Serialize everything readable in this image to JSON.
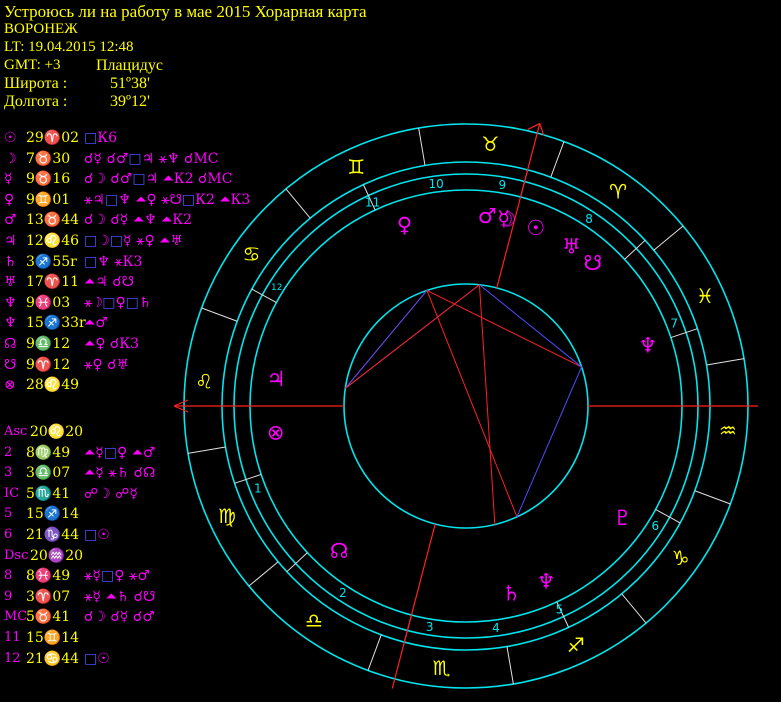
{
  "header": {
    "title": "Устроюсь ли на работу в мае 2015 Хорарная карта",
    "city": "ВОРОНЕЖ",
    "lt": "LT: 19.04.2015  12:48",
    "gmt": "GMT: +3",
    "system": "Плацидус",
    "lat_label": "Широта :",
    "lat_value": "51º38'",
    "lon_label": "Долгота :",
    "lon_value": "39º12'"
  },
  "planets": [
    {
      "sym": "☉",
      "sym_color": "#ff00ff",
      "deg": "29♈02",
      "aspects": [
        {
          "t": "□",
          "c": "#4d4dff"
        },
        {
          "t": "К6",
          "c": "#ff00ff"
        }
      ]
    },
    {
      "sym": "☽",
      "sym_color": "#ff00ff",
      "deg": "7♉30",
      "aspects": [
        {
          "t": "☌☿ ☌♂ ",
          "c": "#ff00ff"
        },
        {
          "t": "□",
          "c": "#4d4dff"
        },
        {
          "t": "♃ ⚹♆ ☌MC",
          "c": "#ff00ff"
        }
      ]
    },
    {
      "sym": "☿",
      "sym_color": "#ff00ff",
      "deg": "9♉16",
      "aspects": [
        {
          "t": "☌☽ ☌♂ ",
          "c": "#ff00ff"
        },
        {
          "t": "□",
          "c": "#4d4dff"
        },
        {
          "t": "♃ ⏶К2 ☌MC",
          "c": "#ff00ff"
        }
      ]
    },
    {
      "sym": "♀",
      "sym_color": "#ff00ff",
      "deg": "9♊01",
      "aspects": [
        {
          "t": "⚹♃ ",
          "c": "#ff00ff"
        },
        {
          "t": "□",
          "c": "#4d4dff"
        },
        {
          "t": "♆ ⏶♀ ⚹☋ ",
          "c": "#ff00ff"
        },
        {
          "t": "□",
          "c": "#4d4dff"
        },
        {
          "t": "К2 ⏶К3",
          "c": "#ff00ff"
        }
      ]
    },
    {
      "sym": "♂",
      "sym_color": "#ff00ff",
      "deg": "13♉44",
      "aspects": [
        {
          "t": "☌☽ ☌☿ ⏶♆ ⏶К2",
          "c": "#ff00ff"
        }
      ]
    },
    {
      "sym": "♃",
      "sym_color": "#ff00ff",
      "deg": "12♌46",
      "aspects": [
        {
          "t": "□",
          "c": "#4d4dff"
        },
        {
          "t": "☽ ",
          "c": "#ff00ff"
        },
        {
          "t": "□",
          "c": "#4d4dff"
        },
        {
          "t": "☿ ⚹♀ ⏶♅",
          "c": "#ff00ff"
        }
      ]
    },
    {
      "sym": "♄",
      "sym_color": "#ff00ff",
      "deg": "3♐55r",
      "aspects": [
        {
          "t": "□",
          "c": "#4d4dff"
        },
        {
          "t": "♆ ⚹К3",
          "c": "#ff00ff"
        }
      ]
    },
    {
      "sym": "♅",
      "sym_color": "#ff00ff",
      "deg": "17♈11",
      "aspects": [
        {
          "t": "⏶♃ ☌☋",
          "c": "#ff00ff"
        }
      ]
    },
    {
      "sym": "♆",
      "sym_color": "#ff00ff",
      "deg": "9♓03",
      "aspects": [
        {
          "t": "⚹☽ ",
          "c": "#ff00ff"
        },
        {
          "t": "□",
          "c": "#4d4dff"
        },
        {
          "t": "♀ ",
          "c": "#ff00ff"
        },
        {
          "t": "□",
          "c": "#4d4dff"
        },
        {
          "t": "♄",
          "c": "#ff00ff"
        }
      ]
    },
    {
      "sym": "♆",
      "sym_color": "#ff00ff",
      "deg": "15♐33r",
      "aspects": [
        {
          "t": "⏶♂",
          "c": "#ff00ff"
        }
      ]
    },
    {
      "sym": "☊",
      "sym_color": "#ff00ff",
      "deg": "9♎12",
      "aspects": [
        {
          "t": "⏶♀ ☌К3",
          "c": "#ff00ff"
        }
      ]
    },
    {
      "sym": "☋",
      "sym_color": "#ff00ff",
      "deg": "9♈12",
      "aspects": [
        {
          "t": "⚹♀ ☌♅",
          "c": "#ff00ff"
        }
      ]
    },
    {
      "sym": "⊗",
      "sym_color": "#ff00ff",
      "deg": "28♌49",
      "aspects": []
    }
  ],
  "houses": [
    {
      "sym": "Asc",
      "deg": "20♌20",
      "aspects": []
    },
    {
      "sym": "2",
      "deg": "8♍49",
      "aspects": [
        {
          "t": "⏶☿ ",
          "c": "#ff00ff"
        },
        {
          "t": "□",
          "c": "#4d4dff"
        },
        {
          "t": "♀ ⏶♂",
          "c": "#ff00ff"
        }
      ]
    },
    {
      "sym": "3",
      "deg": "3♎07",
      "aspects": [
        {
          "t": "⏶☿ ⚹♄ ☌☊",
          "c": "#ff00ff"
        }
      ]
    },
    {
      "sym": "IC",
      "deg": "5♏41",
      "aspects": [
        {
          "t": "☍☽ ☍☿",
          "c": "#ff00ff"
        }
      ]
    },
    {
      "sym": "5",
      "deg": "15♐14",
      "aspects": []
    },
    {
      "sym": "6",
      "deg": "21♑44",
      "aspects": [
        {
          "t": "□",
          "c": "#4d4dff"
        },
        {
          "t": "☉",
          "c": "#ff00ff"
        }
      ]
    },
    {
      "sym": "Dsc",
      "deg": "20♒20",
      "aspects": []
    },
    {
      "sym": "8",
      "deg": "8♓49",
      "aspects": [
        {
          "t": "⚹☿ ",
          "c": "#ff00ff"
        },
        {
          "t": "□",
          "c": "#4d4dff"
        },
        {
          "t": "♀ ⚹♂",
          "c": "#ff00ff"
        }
      ]
    },
    {
      "sym": "9",
      "deg": "3♈07",
      "aspects": [
        {
          "t": "⚹☿ ⏶♄ ☌☋",
          "c": "#ff00ff"
        }
      ]
    },
    {
      "sym": "MC",
      "deg": "5♉41",
      "aspects": [
        {
          "t": "☌☽ ☌☿ ☌♂",
          "c": "#ff00ff"
        }
      ]
    },
    {
      "sym": "11",
      "deg": "15♊14",
      "aspects": []
    },
    {
      "sym": "12",
      "deg": "21♋44",
      "aspects": [
        {
          "t": "□",
          "c": "#4d4dff"
        },
        {
          "t": "☉",
          "c": "#ff00ff"
        }
      ]
    }
  ],
  "wheel": {
    "colors": {
      "ring": "#00e5ee",
      "sign": "#ffff00",
      "planet": "#ff00ff",
      "axis": "#ff2020",
      "red_aspect": "#ff2020",
      "blue_aspect": "#4d4dff"
    },
    "signs": [
      {
        "glyph": "♈",
        "lon": 15
      },
      {
        "glyph": "♉",
        "lon": 45
      },
      {
        "glyph": "♊",
        "lon": 75
      },
      {
        "glyph": "♋",
        "lon": 105
      },
      {
        "glyph": "♌",
        "lon": 135
      },
      {
        "glyph": "♍",
        "lon": 165
      },
      {
        "glyph": "♎",
        "lon": 195
      },
      {
        "glyph": "♏",
        "lon": 225
      },
      {
        "glyph": "♐",
        "lon": 255
      },
      {
        "glyph": "♑",
        "lon": 285
      },
      {
        "glyph": "♒",
        "lon": 315
      },
      {
        "glyph": "♓",
        "lon": 345
      }
    ],
    "house_numbers": [
      {
        "n": "1",
        "lon": 162
      },
      {
        "n": "2",
        "lon": 197
      },
      {
        "n": "3",
        "lon": 221
      },
      {
        "n": "4",
        "lon": 238
      },
      {
        "n": "5",
        "lon": 255
      },
      {
        "n": "6",
        "lon": 288
      },
      {
        "n": "7",
        "lon": 342
      },
      {
        "n": "8",
        "lon": 17
      },
      {
        "n": "9",
        "lon": 41
      },
      {
        "n": "10",
        "lon": 58
      },
      {
        "n": "11",
        "lon": 75
      },
      {
        "n": "12",
        "lon": 108
      }
    ],
    "planets": [
      {
        "glyph": "♀",
        "lon": 69
      },
      {
        "glyph": "♂",
        "lon": 44
      },
      {
        "glyph": "☽",
        "lon": 38
      },
      {
        "glyph": "☉",
        "lon": 29
      },
      {
        "glyph": "☿",
        "lon": 39
      },
      {
        "glyph": "♅",
        "lon": 17
      },
      {
        "glyph": "☋",
        "lon": 9
      },
      {
        "glyph": "♆",
        "lon": 339
      },
      {
        "glyph": "♇",
        "lon": 285
      },
      {
        "glyph": "♆",
        "lon": 255
      },
      {
        "glyph": "♄",
        "lon": 244
      },
      {
        "glyph": "☊",
        "lon": 189
      },
      {
        "glyph": "⊗",
        "lon": 148
      },
      {
        "glyph": "♃",
        "lon": 132
      }
    ]
  }
}
